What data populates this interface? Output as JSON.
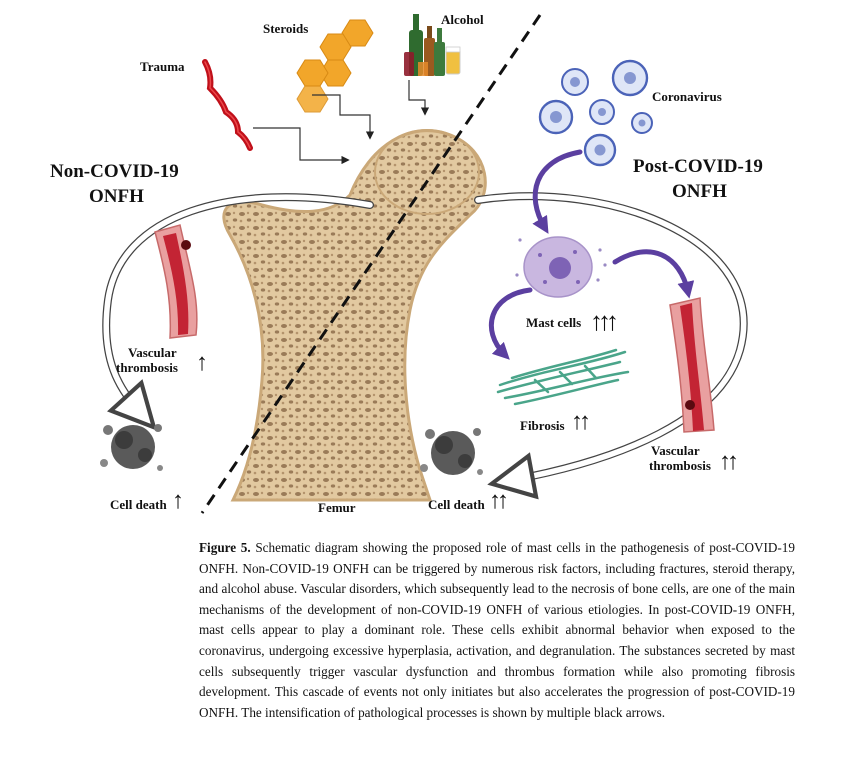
{
  "diagram": {
    "left_title_line1": "Non-COVID-19",
    "left_title_line2": "ONFH",
    "right_title_line1": "Post-COVID-19",
    "right_title_line2": "ONFH",
    "risk_factors": {
      "trauma": "Trauma",
      "steroids": "Steroids",
      "alcohol": "Alcohol",
      "coronavirus": "Coronavirus"
    },
    "bone_label": "Femur",
    "left_effects": {
      "vascular_line1": "Vascular",
      "vascular_line2": "thrombosis",
      "vascular_arrows": "↑",
      "cell_death": "Cell death",
      "cell_death_arrows": "↑"
    },
    "right_effects": {
      "mast_cells": "Mast cells",
      "mast_cells_arrows": "↑↑↑",
      "fibrosis": "Fibrosis",
      "fibrosis_arrows": "↑↑",
      "vascular_line1": "Vascular",
      "vascular_line2": "thrombosis",
      "vascular_arrows": "↑↑",
      "cell_death": "Cell death",
      "cell_death_arrows": "↑↑"
    },
    "colors": {
      "bone": "#e2c9a0",
      "bone_pores": "#9a7b58",
      "vessel_wall": "#e9a0a0",
      "vessel_lumen": "#c32434",
      "mast_cell": "#c9b7e0",
      "fibrosis": "#4aa58a",
      "arrow_purple": "#5b3fa0",
      "steroid_hex": "#f2a62a",
      "trauma": "#c0101a",
      "virus": "#4b63b8"
    }
  },
  "caption": {
    "label": "Figure 5.",
    "text": "Schematic diagram showing the proposed role of mast cells in the pathogenesis of post-COVID-19 ONFH. Non-COVID-19 ONFH can be triggered by numerous risk factors, including fractures, steroid therapy, and alcohol abuse. Vascular disorders, which subsequently lead to the necrosis of bone cells, are one of the main mechanisms of the development of non-COVID-19 ONFH of various etiologies. In post-COVID-19 ONFH, mast cells appear to play a dominant role. These cells exhibit abnormal behavior when exposed to the coronavirus, undergoing excessive hyperplasia, activation, and degranulation. The substances secreted by mast cells subsequently trigger vascular dysfunction and thrombus formation while also promoting fibrosis development. This cascade of events not only initiates but also accelerates the progression of post-COVID-19 ONFH. The intensification of pathological processes is shown by multiple black arrows."
  }
}
